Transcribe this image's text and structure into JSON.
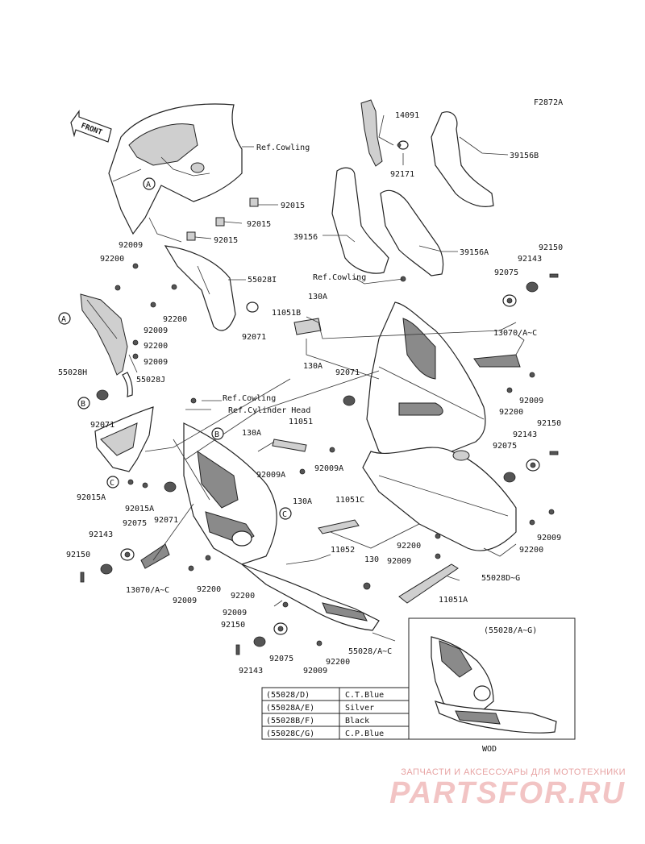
{
  "figure_code": "F2872A",
  "front_label": "FRONT",
  "callouts": {
    "14091": "14091",
    "92171": "92171",
    "39156B": "39156B",
    "39156": "39156",
    "39156A": "39156A",
    "ref_cowling_top": "Ref.Cowling",
    "ref_cowling_mid": "Ref.Cowling",
    "ref_cowling_low": "Ref.Cowling",
    "ref_cyl_head": "Ref.Cylinder Head",
    "92015_a": "92015",
    "92015_b": "92015",
    "92015_c": "92015",
    "92009_a": "92009",
    "92200_a": "92200",
    "55028I": "55028I",
    "92200_b": "92200",
    "92009_b": "92009",
    "92071_a": "92071",
    "92200_c": "92200",
    "92009_c": "92009",
    "55028H": "55028H",
    "55028J": "55028J",
    "130A_a": "130A",
    "11051B": "11051B",
    "130A_b": "130A",
    "92071_b": "92071",
    "92150_a": "92150",
    "92143_a": "92143",
    "92075_a": "92075",
    "13070_a": "13070/A~C",
    "92009_d": "92009",
    "92200_d": "92200",
    "92150_b": "92150",
    "92143_b": "92143",
    "92075_b": "92075",
    "92071_c": "92071",
    "11051": "11051",
    "130A_c": "130A",
    "92009A_a": "92009A",
    "92009A_b": "92009A",
    "92015A_a": "92015A",
    "92015A_b": "92015A",
    "92071_d": "92071",
    "130A_d": "130A",
    "11051C": "11051C",
    "92143_c": "92143",
    "92075_c": "92075",
    "92150_c": "92150",
    "11052": "11052",
    "92200_e": "92200",
    "92009_e": "92009",
    "130": "130",
    "92009_f": "92009",
    "92200_f": "92200",
    "55028DG": "55028D~G",
    "13070_b": "13070/A~C",
    "92009_g": "92009",
    "92200_g": "92200",
    "11051A": "11051A",
    "92200_h": "92200",
    "92009_h": "92009",
    "92150_d": "92150",
    "92143_d": "92143",
    "92075_d": "92075",
    "55028AC": "55028/A~C",
    "92200_i": "92200",
    "92009_i": "92009"
  },
  "markers": [
    "A",
    "A",
    "B",
    "B",
    "C",
    "C"
  ],
  "inset": {
    "title": "(55028/A~G)",
    "caption": "WOD"
  },
  "color_table": [
    {
      "part": "(55028/D)",
      "color": "C.T.Blue"
    },
    {
      "part": "(55028A/E)",
      "color": "Silver"
    },
    {
      "part": "(55028B/F)",
      "color": "Black"
    },
    {
      "part": "(55028C/G)",
      "color": "C.P.Blue"
    }
  ],
  "watermark": {
    "tagline": "ЗАПЧАСТИ И АКСЕССУАРЫ ДЛЯ МОТОТЕХНИКИ",
    "logo": "PARTSFOR.RU"
  }
}
